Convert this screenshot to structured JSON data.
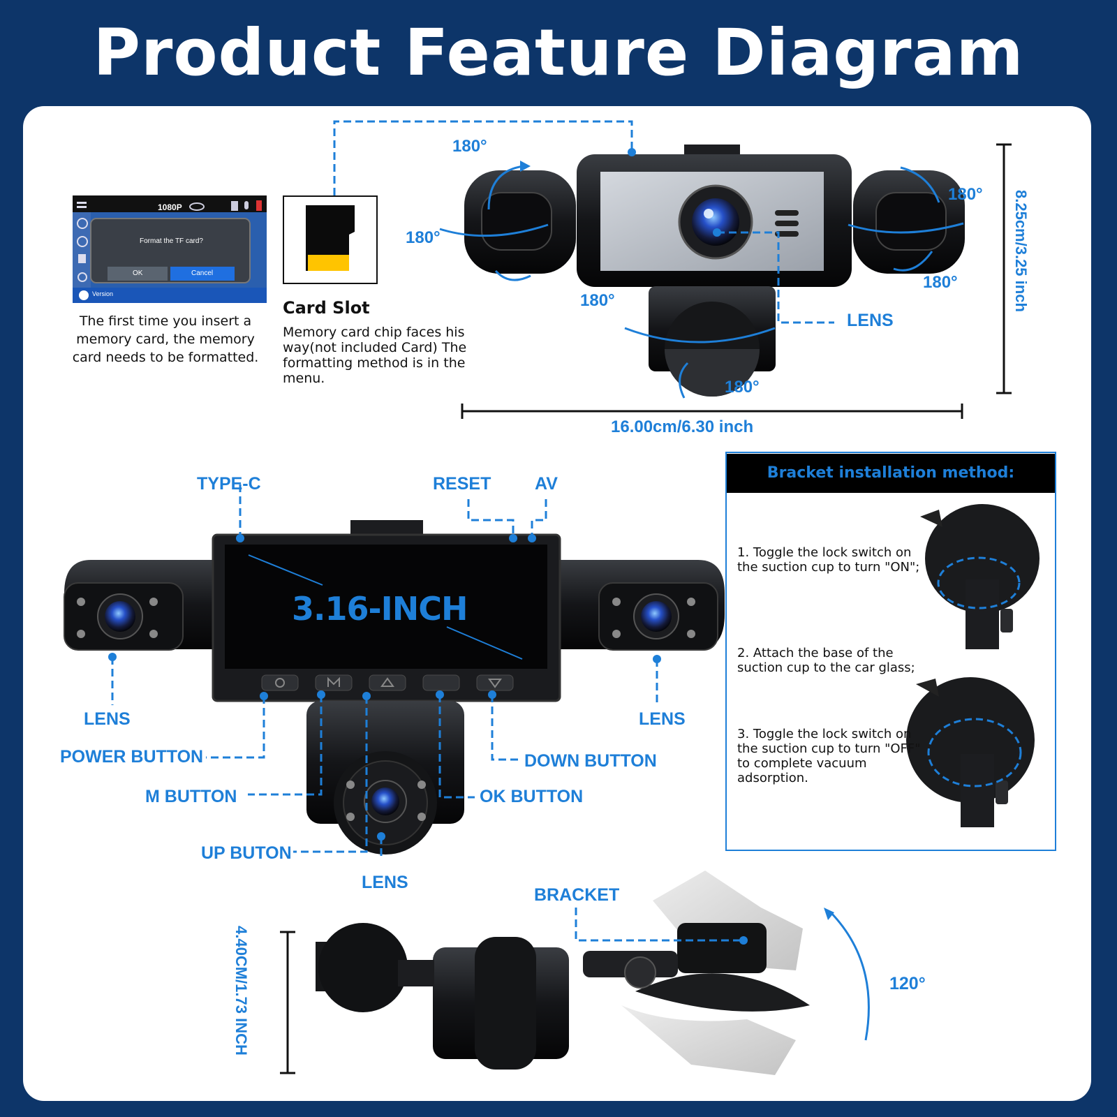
{
  "title": "Product Feature Diagram",
  "menu_screen": {
    "resolution": "1080P",
    "dialog_text": "Format the TF card?",
    "ok": "OK",
    "cancel": "Cancel",
    "version": "Version"
  },
  "format_note": "The first time you insert a memory card, the memory card needs to be formatted.",
  "card_slot": {
    "heading": "Card Slot",
    "description": "Memory card chip faces his way(not included Card) The formatting method is in the menu."
  },
  "rotation_labels": [
    "180°",
    "180°",
    "180°",
    "180°",
    "180°",
    "180°"
  ],
  "top_lens_label": "LENS",
  "dimensions": {
    "width": "16.00cm/6.30 inch",
    "height": "8.25cm/3.25 inch",
    "depth": "4.40CM/1.73 INCH"
  },
  "front_labels": {
    "type_c": "TYPE-C",
    "reset": "RESET",
    "av": "AV",
    "screen": "3.16-INCH",
    "lens_left": "LENS",
    "lens_right": "LENS",
    "lens_bottom": "LENS",
    "power": "POWER BUTTON",
    "m": "M BUTTON",
    "up": "UP BUTON",
    "down": "DOWN BUTTON",
    "ok": "OK BUTTON"
  },
  "bracket_install": {
    "heading": "Bracket installation method:",
    "steps": [
      "1. Toggle the lock switch on the suction cup to turn \"ON\";",
      "2. Attach the base of the suction cup to the car glass;",
      "3. Toggle the lock switch on the suction cup to turn \"OFF\" to complete vacuum adsorption."
    ]
  },
  "bracket_label": "BRACKET",
  "bracket_angle": "120°",
  "colors": {
    "background": "#0d3569",
    "accent": "#1e7fd8",
    "card": "#ffffff",
    "sd_chip": "#ffc400"
  }
}
